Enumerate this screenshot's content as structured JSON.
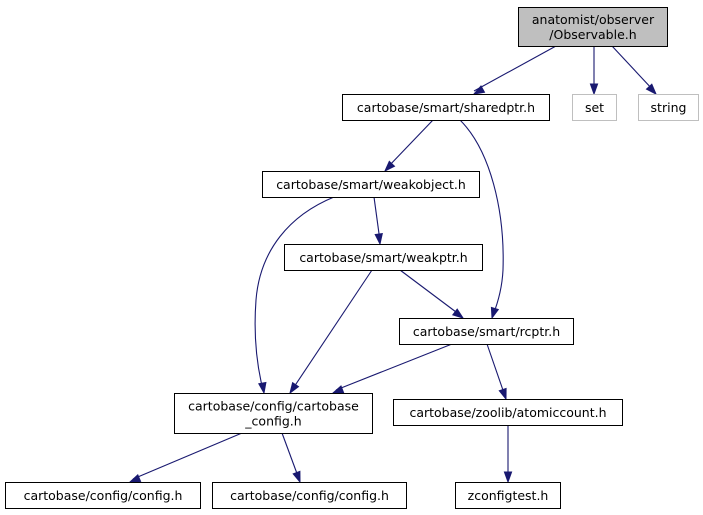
{
  "nodes": {
    "observable": {
      "lines": [
        "anatomist/observer",
        "/Observable.h"
      ],
      "style": "root"
    },
    "sharedptr": {
      "lines": [
        "cartobase/smart/sharedptr.h"
      ],
      "style": "normal"
    },
    "set": {
      "lines": [
        "set"
      ],
      "style": "external"
    },
    "string": {
      "lines": [
        "string"
      ],
      "style": "external"
    },
    "weakobject": {
      "lines": [
        "cartobase/smart/weakobject.h"
      ],
      "style": "normal"
    },
    "weakptr": {
      "lines": [
        "cartobase/smart/weakptr.h"
      ],
      "style": "normal"
    },
    "rcptr": {
      "lines": [
        "cartobase/smart/rcptr.h"
      ],
      "style": "normal"
    },
    "cartobase_config": {
      "lines": [
        "cartobase/config/cartobase",
        "_config.h"
      ],
      "style": "normal"
    },
    "atomiccount": {
      "lines": [
        "cartobase/zoolib/atomiccount.h"
      ],
      "style": "normal"
    },
    "config1": {
      "lines": [
        "cartobase/config/config.h"
      ],
      "style": "normal"
    },
    "config2": {
      "lines": [
        "cartobase/config/config.h"
      ],
      "style": "normal"
    },
    "zconfigtest": {
      "lines": [
        "zconfigtest.h"
      ],
      "style": "normal"
    }
  },
  "edges": [
    {
      "from": "observable",
      "to": "sharedptr"
    },
    {
      "from": "observable",
      "to": "set"
    },
    {
      "from": "observable",
      "to": "string"
    },
    {
      "from": "sharedptr",
      "to": "weakobject"
    },
    {
      "from": "sharedptr",
      "to": "rcptr"
    },
    {
      "from": "weakobject",
      "to": "weakptr"
    },
    {
      "from": "weakobject",
      "to": "cartobase_config"
    },
    {
      "from": "weakptr",
      "to": "rcptr"
    },
    {
      "from": "weakptr",
      "to": "cartobase_config"
    },
    {
      "from": "rcptr",
      "to": "cartobase_config"
    },
    {
      "from": "rcptr",
      "to": "atomiccount"
    },
    {
      "from": "cartobase_config",
      "to": "config1"
    },
    {
      "from": "cartobase_config",
      "to": "config2"
    },
    {
      "from": "atomiccount",
      "to": "zconfigtest"
    }
  ]
}
